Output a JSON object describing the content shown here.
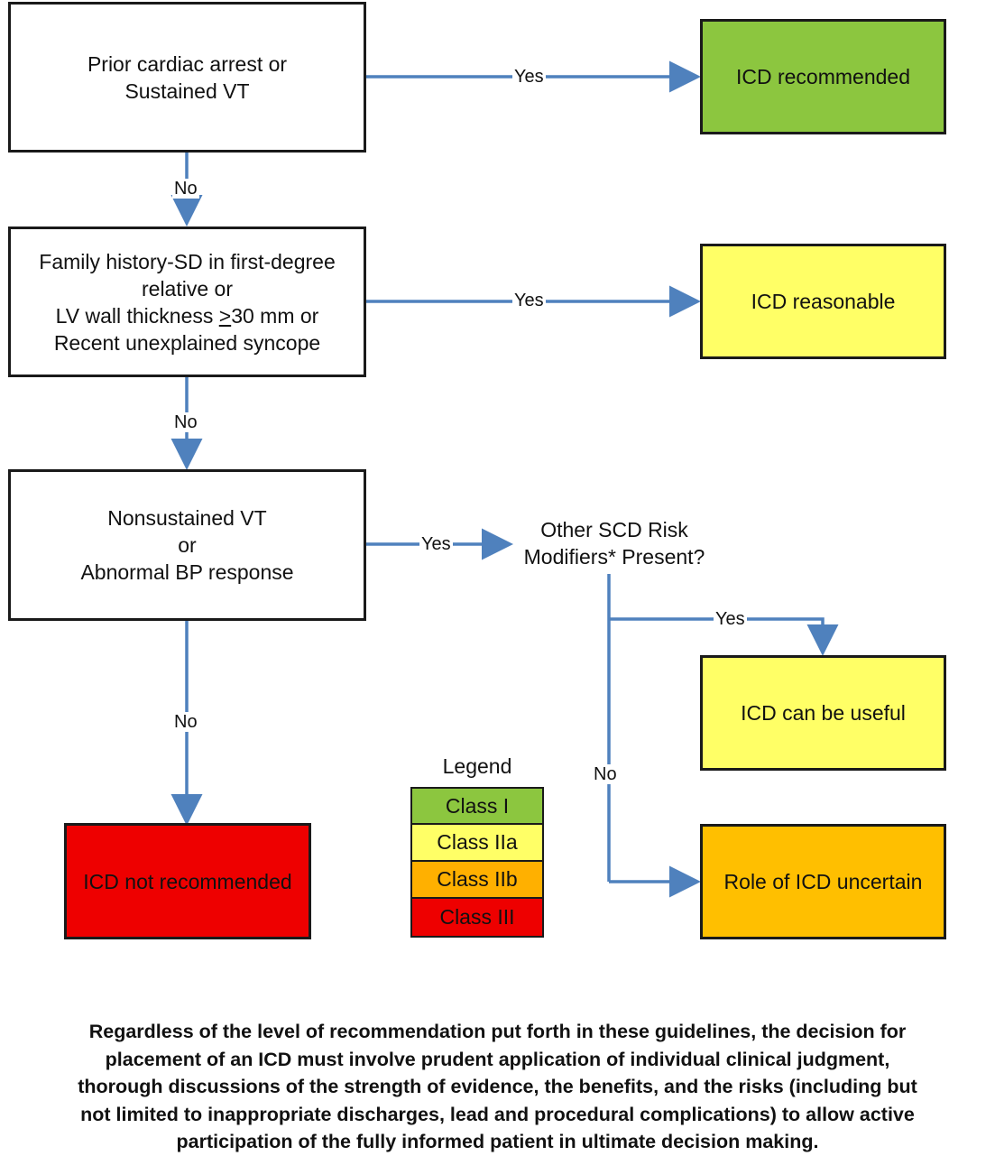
{
  "colors": {
    "arrow": "#4f81bd",
    "class_i": "#8cc63f",
    "class_iia": "#ffff66",
    "class_iib": "#ffb000",
    "class_iii": "#ee0000"
  },
  "nodes": {
    "prior_arrest": [
      "Prior cardiac arrest or",
      "Sustained VT"
    ],
    "family_history": [
      "Family history-SD in first-degree",
      "relative or",
      "LV wall thickness >30 mm or",
      "Recent unexplained syncope"
    ],
    "nonsustained": [
      "Nonsustained VT",
      "or",
      "Abnormal BP response"
    ],
    "other_scd": [
      "Other SCD Risk",
      "Modifiers* Present?"
    ]
  },
  "outcomes": {
    "recommended": "ICD recommended",
    "reasonable": "ICD reasonable",
    "useful": "ICD can be useful",
    "uncertain": "Role of ICD uncertain",
    "not_recommended": "ICD not recommended"
  },
  "edge_labels": {
    "yes": "Yes",
    "no": "No"
  },
  "legend": {
    "title": "Legend",
    "items": [
      "Class I",
      "Class IIa",
      "Class IIb",
      "Class III"
    ]
  },
  "footer": [
    "Regardless of the level of recommendation put forth in these guidelines, the decision for",
    "placement of an ICD must involve prudent application of individual clinical judgment,",
    "thorough discussions of the strength of evidence, the benefits, and the risks (including but",
    "not limited to inappropriate discharges, lead and procedural complications) to allow active",
    "participation of the fully informed patient in ultimate decision making."
  ]
}
